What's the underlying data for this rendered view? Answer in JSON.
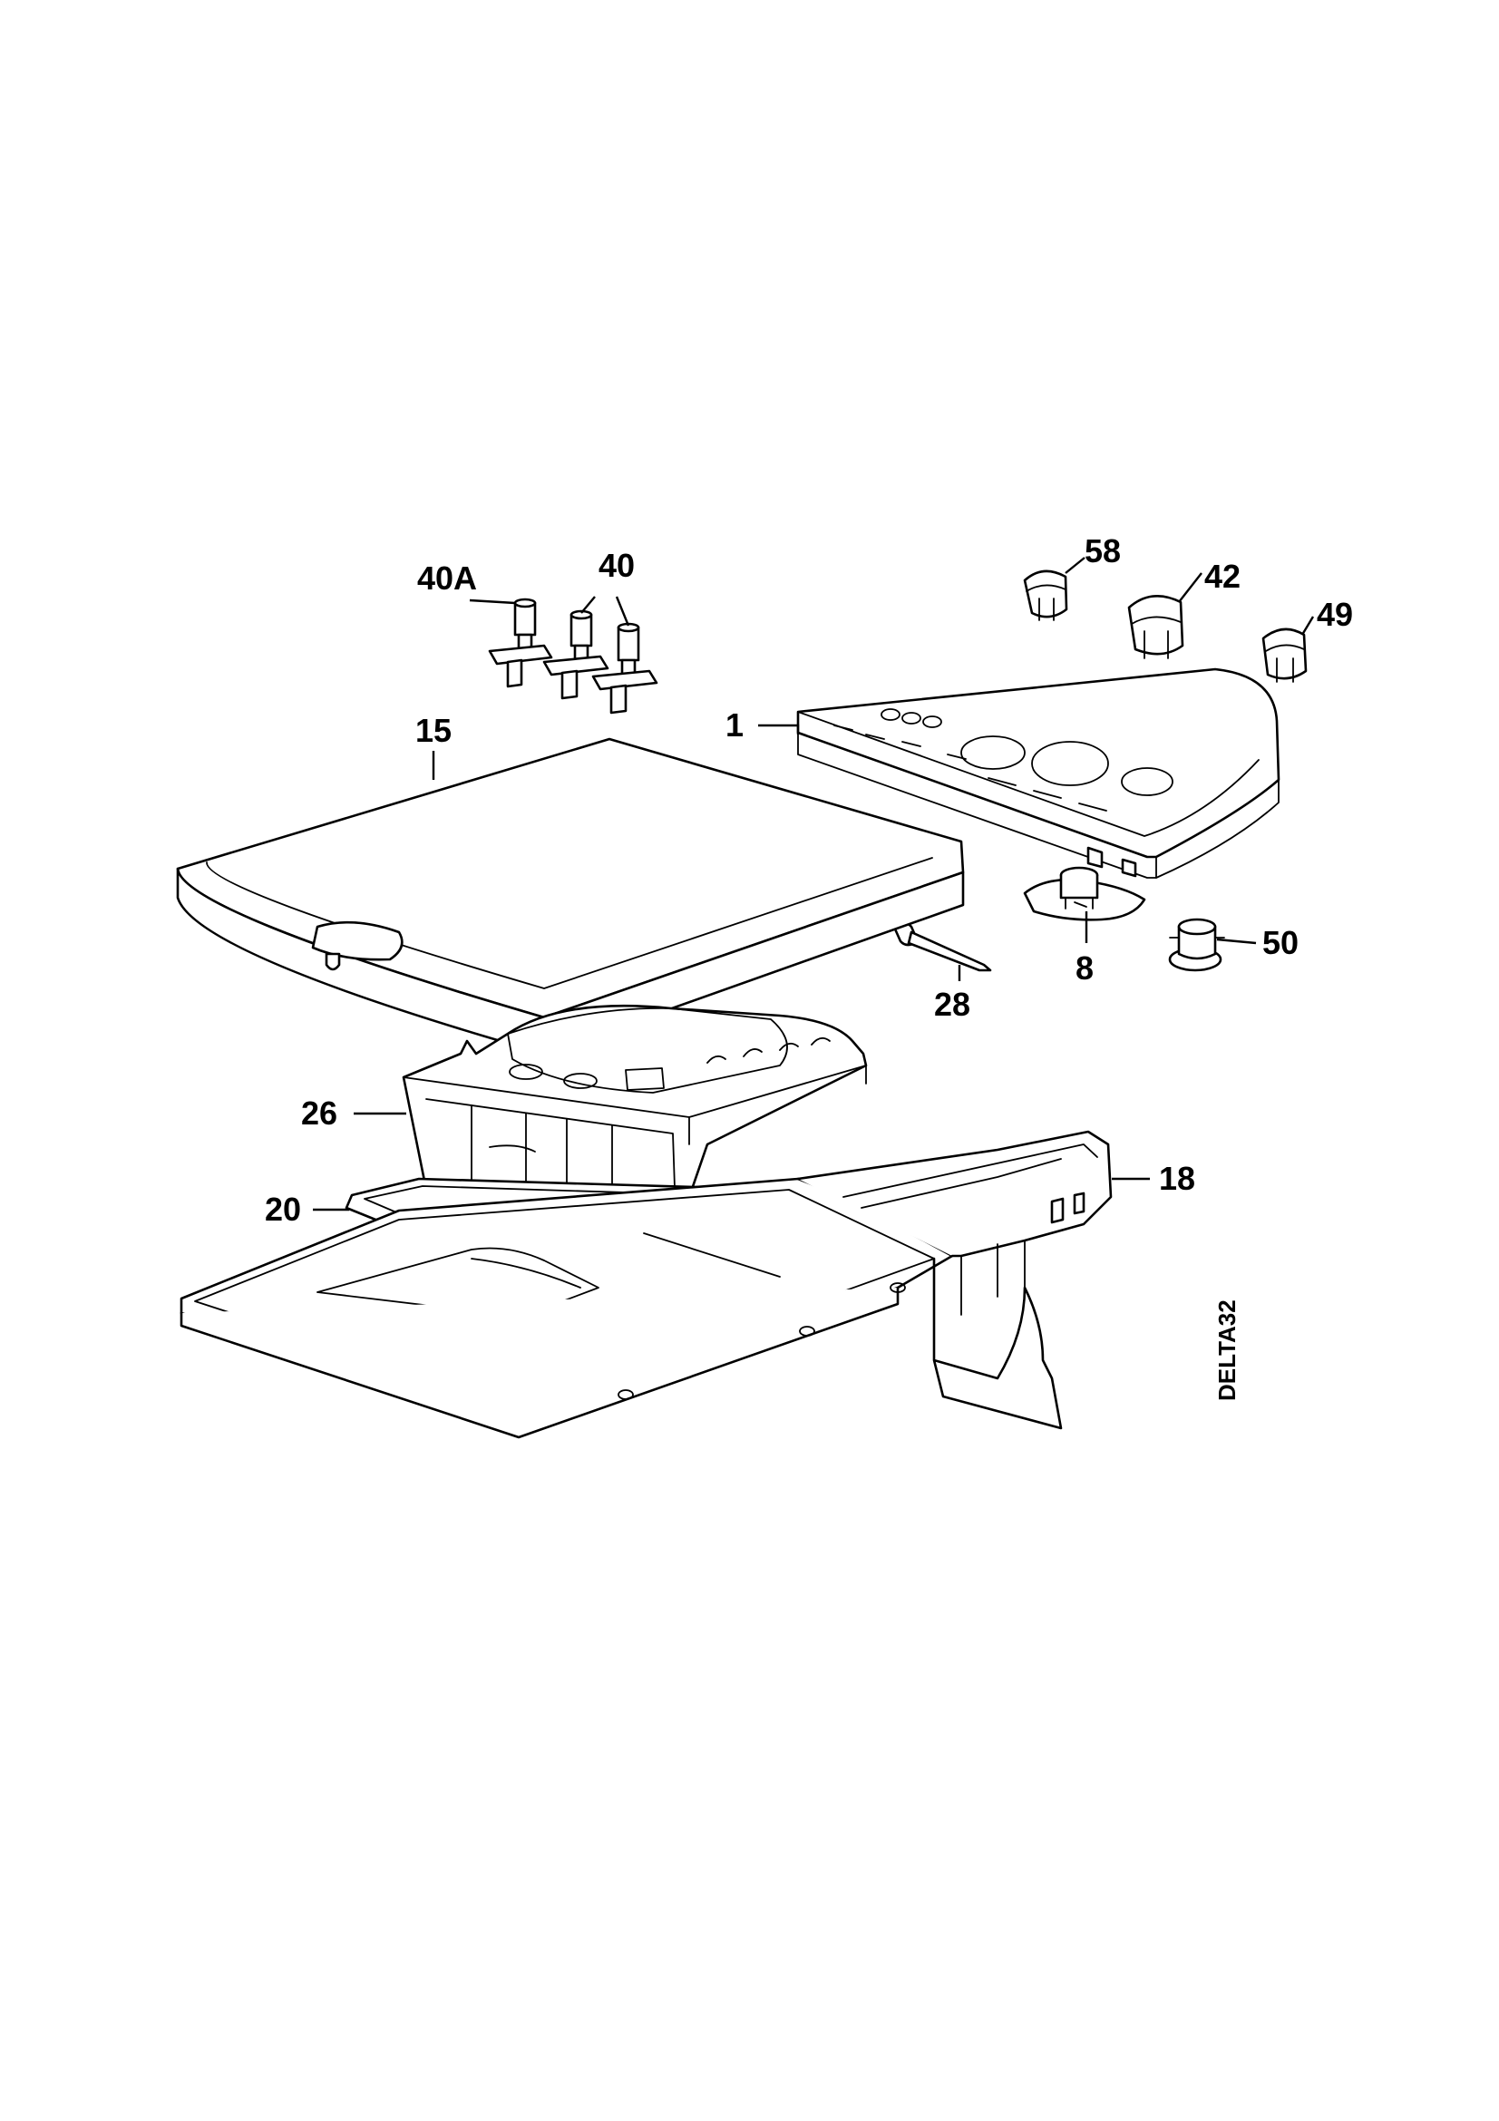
{
  "callouts": {
    "c40A": "40A",
    "c40": "40",
    "c58": "58",
    "c42": "42",
    "c49": "49",
    "c15": "15",
    "c1": "1",
    "c8": "8",
    "c50": "50",
    "c28": "28",
    "c26": "26",
    "c18": "18",
    "c20": "20"
  },
  "drawing_ref": "DELTA32"
}
